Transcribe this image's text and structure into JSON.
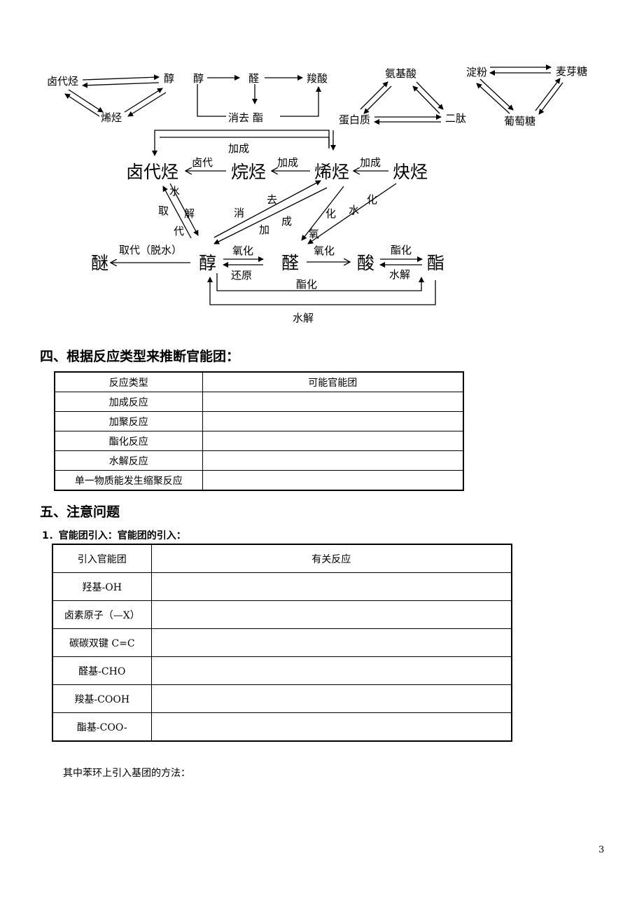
{
  "diagram": {
    "triangle1": {
      "haloalkane": "卤代烃",
      "alcohol": "醇",
      "alkene": "烯烃"
    },
    "chain_small": {
      "alcohol": "醇",
      "aldehyde": "醛",
      "acid": "羧酸",
      "elimination": "消去",
      "ester": "酯"
    },
    "triangle_protein": {
      "amino_acid": "氨基酸",
      "protein": "蛋白质",
      "dipeptide": "二肽"
    },
    "triangle_sugar": {
      "starch": "淀粉",
      "maltose": "麦芽糖",
      "glucose": "葡萄糖"
    },
    "main": {
      "haloalkane": "卤代烃",
      "alkane": "烷烃",
      "alkene": "烯烃",
      "alkyne": "炔烃",
      "ether": "醚",
      "alcohol": "醇",
      "aldehyde": "醛",
      "acid": "酸",
      "ester": "酯",
      "edges": {
        "top_addition": "加成",
        "halogenation": "卤代",
        "alkene_to_alkane_addition": "加成",
        "alkyne_to_alkene_addition": "加成",
        "hydrolysis_water": "水",
        "hydrolysis_jie": "解",
        "substitution_qu": "取",
        "substitution_dai": "代",
        "elim_xiao": "消",
        "elim_qu": "去",
        "add_jia": "加",
        "add_cheng": "成",
        "oxidation_hua": "化",
        "oxidation_yang": "氧",
        "hydration_shui": "水",
        "hydration_hua": "化",
        "dehydration": "取代（脱水）",
        "alcohol_oxidation": "氧化",
        "aldehyde_reduction": "还原",
        "aldehyde_oxidation": "氧化",
        "esterification_top": "酯化",
        "ester_hydrolysis": "水解",
        "esterification_bottom": "酯化",
        "loop_hydrolysis": "水解"
      }
    }
  },
  "section4": {
    "heading": "四、根据反应类型来推断官能团：",
    "headers": [
      "反应类型",
      "可能官能团"
    ],
    "rows": [
      [
        "加成反应",
        ""
      ],
      [
        "加聚反应",
        ""
      ],
      [
        "酯化反应",
        ""
      ],
      [
        "水解反应",
        ""
      ],
      [
        "单一物质能发生缩聚反应",
        ""
      ]
    ]
  },
  "section5": {
    "heading": "五、注意问题",
    "subheading": "1．官能团引入：官能团的引入：",
    "headers": [
      "引入官能团",
      "有关反应"
    ],
    "rows": [
      [
        "羟基-OH",
        ""
      ],
      [
        "卤素原子（—X）",
        ""
      ],
      [
        "碳碳双键 C=C",
        ""
      ],
      [
        "醛基-CHO",
        ""
      ],
      [
        "羧基-COOH",
        ""
      ],
      [
        "酯基-COO-",
        ""
      ]
    ],
    "note": "其中苯环上引入基团的方法："
  },
  "page_number": "3"
}
